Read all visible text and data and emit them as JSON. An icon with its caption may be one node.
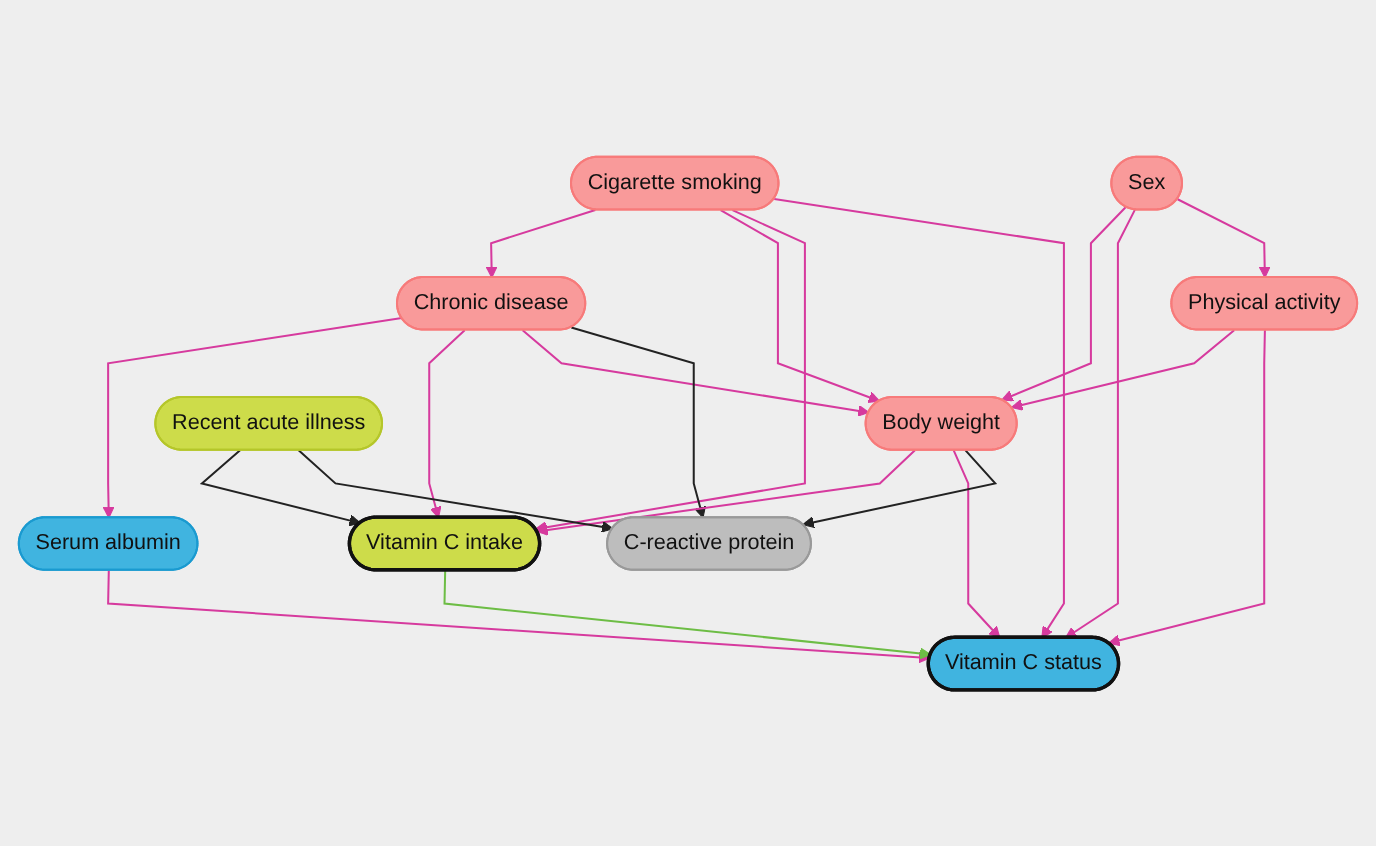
{
  "diagram": {
    "nodes": [
      {
        "text": [
          "Cigarette smoking"
        ]
      },
      {
        "text": [
          "Chronic disease"
        ]
      },
      {
        "text": [
          "Sex"
        ]
      },
      {
        "text": [
          "Serum albumin"
        ]
      },
      {
        "text": [
          "Body weight"
        ]
      },
      {
        "text": [
          "Vitamin C intake"
        ]
      },
      {
        "text": [
          "Vitamin C status"
        ]
      },
      {
        "text": [
          "Recent acute illness"
        ]
      },
      {
        "text": [
          "Physical activity"
        ]
      },
      {
        "text": [
          "C-reactive protein"
        ]
      }
    ],
    "edges": [
      {
        "from": 0,
        "to": 1,
        "arrow": "to"
      },
      {
        "from": 0,
        "to": 4,
        "arrow": "to"
      },
      {
        "from": 0,
        "to": 5,
        "arrow": "to"
      },
      {
        "from": 0,
        "to": 6,
        "arrow": "to"
      },
      {
        "from": 1,
        "to": 3,
        "arrow": "to"
      },
      {
        "from": 1,
        "to": 5,
        "arrow": "to"
      },
      {
        "from": 1,
        "to": 4,
        "arrow": "to"
      },
      {
        "from": 1,
        "to": 9,
        "arrow": "to",
        "color": "#222222"
      },
      {
        "from": 2,
        "to": 4,
        "arrow": "to"
      },
      {
        "from": 2,
        "to": 6,
        "arrow": "to"
      },
      {
        "from": 2,
        "to": 8,
        "arrow": "to"
      },
      {
        "from": 3,
        "to": 6,
        "arrow": "to"
      },
      {
        "from": 4,
        "to": 5,
        "arrow": "to"
      },
      {
        "from": 4,
        "to": 6,
        "arrow": "to"
      },
      {
        "from": 4,
        "to": 9,
        "arrow": "to",
        "color": "#222222"
      },
      {
        "from": 8,
        "to": 4,
        "arrow": "to"
      },
      {
        "from": 8,
        "to": 6,
        "arrow": "to"
      },
      {
        "from": 5,
        "to": 6,
        "arrow": "to",
        "color": "#6dbd45"
      },
      {
        "from": 7,
        "to": 5,
        "arrow": "to",
        "color": "#222222"
      },
      {
        "from": 7,
        "to": 9,
        "arrow": "to",
        "color": "#222222"
      }
    ]
  }
}
